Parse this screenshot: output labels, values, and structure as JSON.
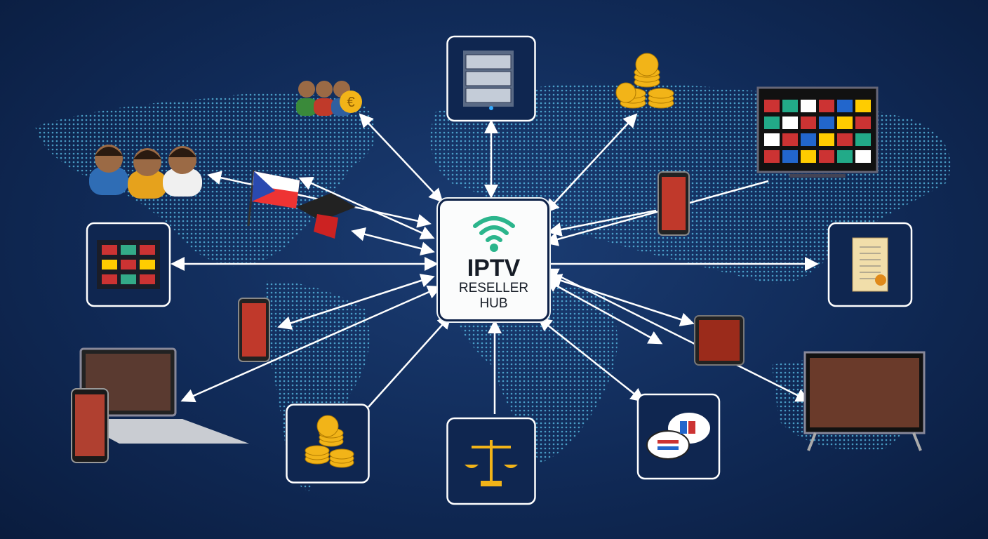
{
  "hub": {
    "title": "IPTV",
    "line2": "RESELLER",
    "line3": "HUB",
    "icon": "wifi-icon",
    "accent": "#2bb58c"
  },
  "colors": {
    "background": "#102a57",
    "map": "#3fa9dc",
    "arrow": "#ffffff",
    "gold": "#f2b418"
  },
  "nodes": [
    {
      "id": "customers",
      "icon": "people-group-icon"
    },
    {
      "id": "resellers",
      "icon": "people-euro-icon"
    },
    {
      "id": "server",
      "icon": "server-icon",
      "boxed": true
    },
    {
      "id": "currency",
      "icon": "coins-currency-icon"
    },
    {
      "id": "tv-channels",
      "icon": "tv-flags-icon"
    },
    {
      "id": "country",
      "icon": "flag-icon"
    },
    {
      "id": "education",
      "icon": "graduation-cap-icon"
    },
    {
      "id": "channel-list",
      "icon": "channel-grid-icon",
      "boxed": true
    },
    {
      "id": "mobile",
      "icon": "smartphone-icon"
    },
    {
      "id": "license",
      "icon": "scroll-icon",
      "boxed": true
    },
    {
      "id": "mobile-left",
      "icon": "smartphone-icon"
    },
    {
      "id": "tablet",
      "icon": "tablet-icon"
    },
    {
      "id": "laptop",
      "icon": "laptop-phone-icon"
    },
    {
      "id": "payments",
      "icon": "coins-icon",
      "boxed": true
    },
    {
      "id": "legal",
      "icon": "scales-icon",
      "boxed": true
    },
    {
      "id": "languages",
      "icon": "chat-bubbles-icon",
      "boxed": true
    },
    {
      "id": "smart-tv",
      "icon": "smart-tv-icon"
    }
  ]
}
